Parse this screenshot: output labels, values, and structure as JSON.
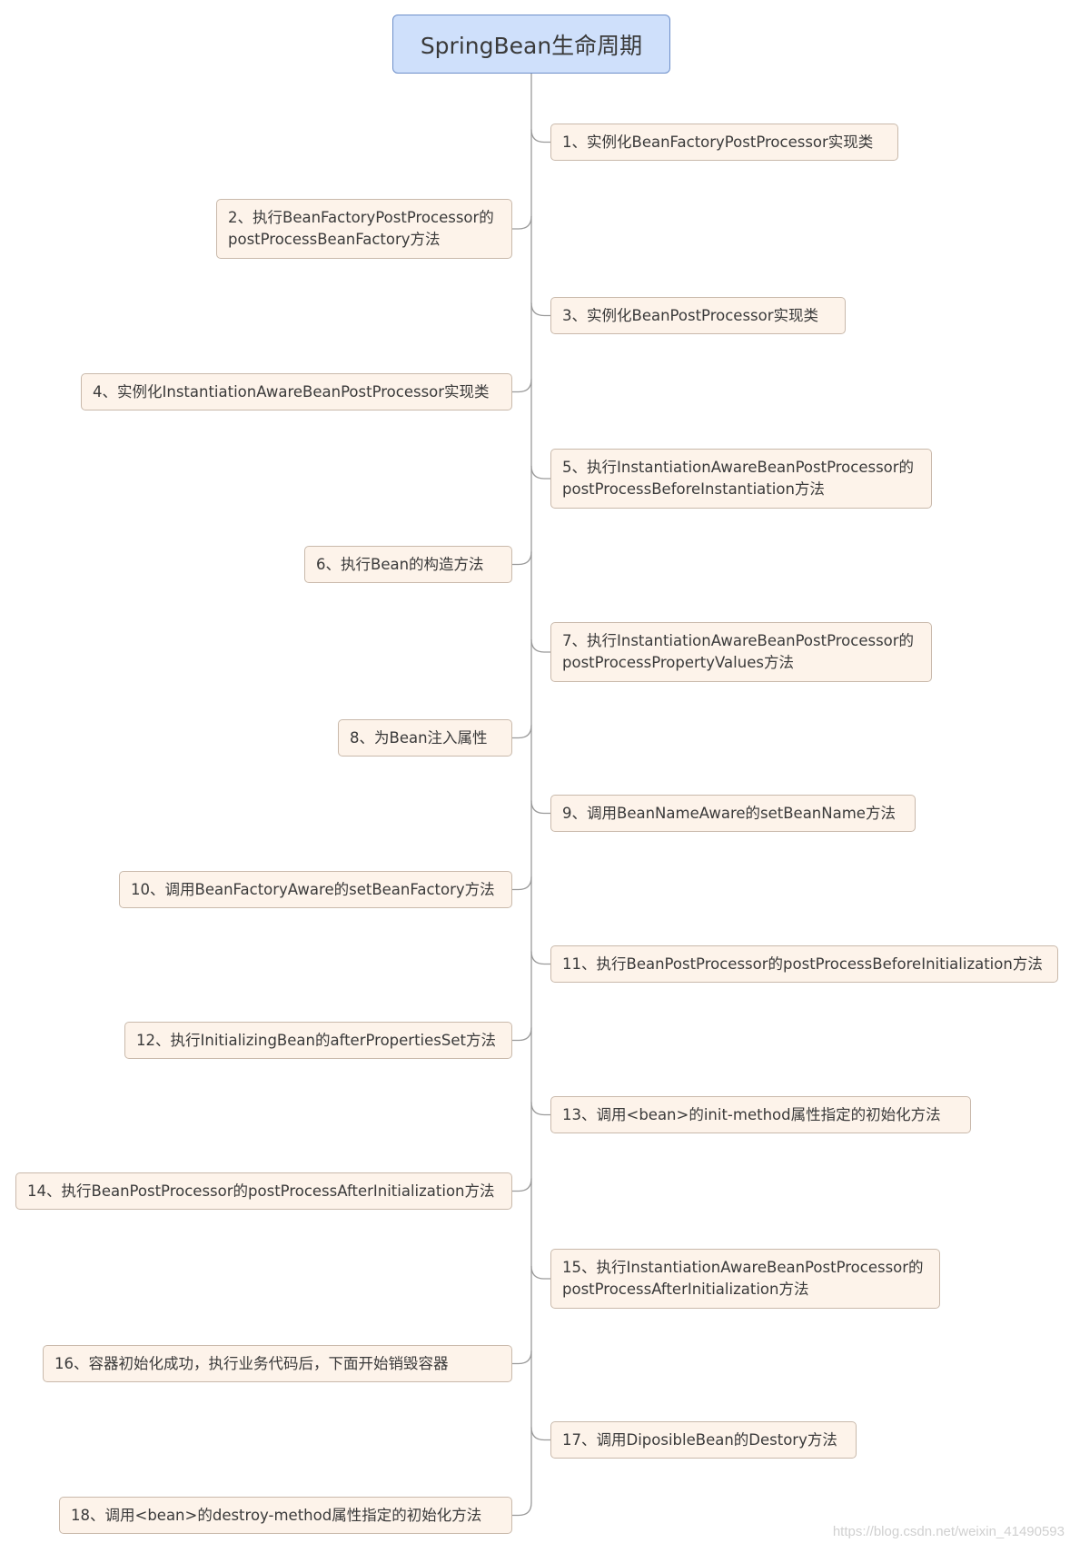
{
  "diagram": {
    "root": {
      "label": "SpringBean生命周期"
    },
    "steps": [
      {
        "lines": [
          "1、实例化BeanFactoryPostProcessor实现类"
        ]
      },
      {
        "lines": [
          "2、执行BeanFactoryPostProcessor的",
          "postProcessBeanFactory方法"
        ]
      },
      {
        "lines": [
          "3、实例化BeanPostProcessor实现类"
        ]
      },
      {
        "lines": [
          "4、实例化InstantiationAwareBeanPostProcessor实现类"
        ]
      },
      {
        "lines": [
          "5、执行InstantiationAwareBeanPostProcessor的",
          "postProcessBeforeInstantiation方法"
        ]
      },
      {
        "lines": [
          "6、执行Bean的构造方法"
        ]
      },
      {
        "lines": [
          "7、执行InstantiationAwareBeanPostProcessor的",
          "postProcessPropertyValues方法"
        ]
      },
      {
        "lines": [
          "8、为Bean注入属性"
        ]
      },
      {
        "lines": [
          "9、调用BeanNameAware的setBeanName方法"
        ]
      },
      {
        "lines": [
          "10、调用BeanFactoryAware的setBeanFactory方法"
        ]
      },
      {
        "lines": [
          "11、执行BeanPostProcessor的postProcessBeforeInitialization方法"
        ]
      },
      {
        "lines": [
          "12、执行InitializingBean的afterPropertiesSet方法"
        ]
      },
      {
        "lines": [
          "13、调用<bean>的init-method属性指定的初始化方法"
        ]
      },
      {
        "lines": [
          "14、执行BeanPostProcessor的postProcessAfterInitialization方法"
        ]
      },
      {
        "lines": [
          "15、执行InstantiationAwareBeanPostProcessor的",
          "postProcessAfterInitialization方法"
        ]
      },
      {
        "lines": [
          "16、容器初始化成功，执行业务代码后，下面开始销毁容器"
        ]
      },
      {
        "lines": [
          "17、调用DiposibleBean的Destory方法"
        ]
      },
      {
        "lines": [
          "18、调用<bean>的destroy-method属性指定的初始化方法"
        ]
      }
    ]
  },
  "colors": {
    "root_fill": "#cfe0fb",
    "root_border": "#6d8fc9",
    "node_fill": "#fdf3ea",
    "node_border": "#c9b9ab",
    "connector": "#9a9a9a",
    "text": "#3a3a3a"
  },
  "watermark": "https://blog.csdn.net/weixin_41490593"
}
